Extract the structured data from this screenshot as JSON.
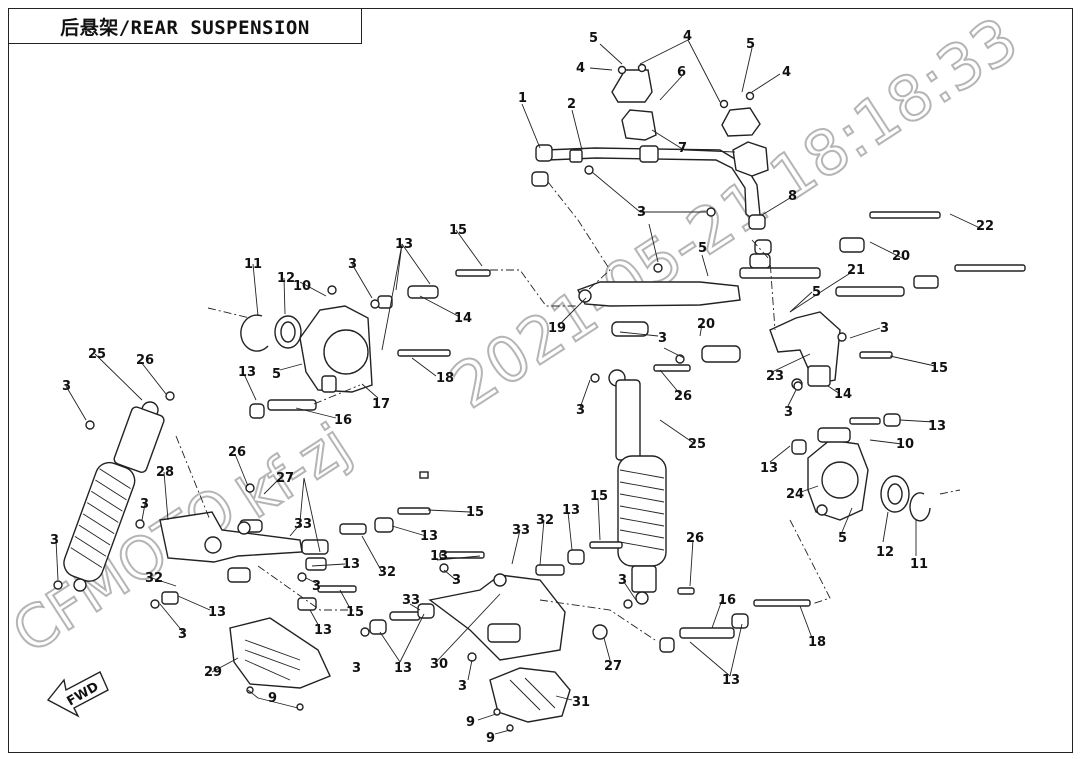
{
  "title": "后悬架/REAR SUSPENSION",
  "watermark": {
    "timestamp": "2021-05-21 18:18:33",
    "user": "kf-zj",
    "brand": "CFMOTO"
  },
  "fwd_label": "FWD",
  "callouts": {
    "n1": "1",
    "n2": "2",
    "n3": "3",
    "n4": "4",
    "n5": "5",
    "n6": "6",
    "n7": "7",
    "n8": "8",
    "n9": "9",
    "n10": "10",
    "n11": "11",
    "n12": "12",
    "n13": "13",
    "n14": "14",
    "n15": "15",
    "n16": "16",
    "n17": "17",
    "n18": "18",
    "n19": "19",
    "n20": "20",
    "n21": "21",
    "n22": "22",
    "n23": "23",
    "n24": "24",
    "n25": "25",
    "n26": "26",
    "n27": "27",
    "n28": "28",
    "n29": "29",
    "n30": "30",
    "n31": "31",
    "n32": "32",
    "n33": "33"
  },
  "colors": {
    "ink": "#222222",
    "watermark": "#b5b5b5",
    "background": "#ffffff"
  }
}
